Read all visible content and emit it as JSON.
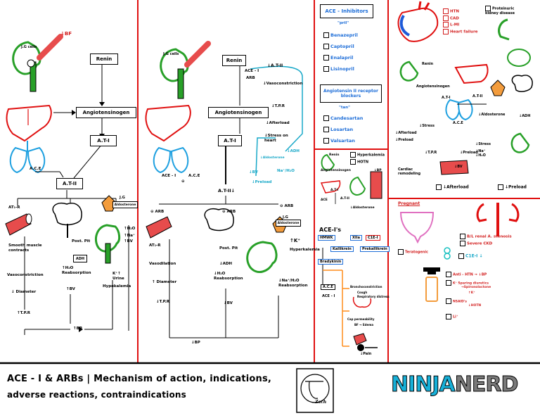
{
  "footer": {
    "title_line1": "ACE - I & ARBs | Mechanism of action, indications,",
    "title_line2": "adverse reactions, contraindications",
    "brand_left": "NINJA",
    "brand_right": "NERD",
    "signature": "Zach"
  },
  "panel1": {
    "bf": "↓BF",
    "jg_cells": "J.G cells",
    "renin": "Renin",
    "angiotensinogen": "Angiotensinogen",
    "at1": "A.T-I",
    "ace": "A.C.E",
    "at2": "A.T-II",
    "at1r": "AT₁-R",
    "jg": "J.G",
    "aldosterone": "Aldosterone",
    "post_pit": "Post. Pit",
    "adh": "ADH",
    "up_h2o": "↑H₂O",
    "up_na": "↑Na⁺",
    "k_urine": "K⁺↑ Urine",
    "hypokalemia": "Hypokalemia",
    "smooth_muscle": "Smooth muscle contracts",
    "vasoconstriction": "Vasoconstriction",
    "diameter": "↓ Diameter",
    "tpr": "↑T.P.R",
    "h2o_reabs": "↑H₂O Reabsorption",
    "bv": "↑BV",
    "bv2": "↑BV",
    "bp": "↑BP"
  },
  "panel2": {
    "jg_cells": "J.G cells",
    "renin": "Renin",
    "angiotensinogen": "Angiotensinogen",
    "at1": "A.T-I",
    "ace_i": "ACE - I",
    "arb": "ARB",
    "ace": "A.C.E",
    "ace_i_left": "ACE - I",
    "minus1": "⊖",
    "at2_top": "↓A.T-II",
    "vasoconstriction": "↓Vasoconstriction",
    "tpr_top": "↓T.P.R",
    "afterload": "↓Afterload",
    "stress_heart": "↓Stress on heart",
    "adh_cyan": "↓ADH",
    "aldosterone_cyan": "↓Aldosterone",
    "bv_cyan": "↓BV",
    "na_h2o_cyan": "Na⁺/H₂O",
    "preload_cyan": "↓Preload",
    "at2_mid": "A.T-II↓",
    "minus_arb1": "⊖ ARB",
    "minus_arb2": "⊖ ARB",
    "minus_arb3": "⊖ ARB",
    "at1r": "AT₁-R",
    "vasodilation": "Vasodilation",
    "diameter": "↑ Diameter",
    "tpr": "↓T.P.R",
    "post_pit": "Post. Pit",
    "adh": "↓ADH",
    "h2o_reabs": "↓H₂O Reabsorption",
    "jg": "J.G",
    "aldosterone": "Aldosterone",
    "k_plus": "↑K⁺",
    "hyperkalemia": "Hyperkalemia",
    "na_h2o": "↓Na⁺/H₂O Reabsorption",
    "bv": "↓BV",
    "bp": "↓BP"
  },
  "panel3": {
    "ace_inhibitors_header": "ACE - Inhibitors",
    "pril": "\"pril\"",
    "ace_drugs": [
      "Benazepril",
      "Captopril",
      "Enalapril",
      "Lisinopril"
    ],
    "arb_header": "Angiotensin II receptor blockers",
    "tan": "\"tan\"",
    "arb_drugs": [
      "Candesartan",
      "Losartan",
      "Valsartan"
    ],
    "mini": {
      "renin": "Renin",
      "angiotensinogen": "Angiotensinogen",
      "at1": "A.T-I",
      "ace": "ACE",
      "at2": "A.T-II",
      "aldosterone": "↓Aldosterone",
      "hyperkalemia": "Hyperkalemia",
      "hotn": "HOTN",
      "bp": "↓BP"
    },
    "ace_is_title": "ACE-I's",
    "hmwk": "HMWK",
    "xiia": "XIIa",
    "c1esi": "C1E-I",
    "kallikrein": "Kallikrein",
    "prekallikrein": "Prekallikrein",
    "bradykinin": "Bradykinin",
    "ace": "A.C.E",
    "ace_i": "ACE - I",
    "bronchoconstriction": "Bronchoconstriction",
    "cough": "Cough",
    "resp_distress": "Respiratory distress",
    "cap_perm": "Cap permeability",
    "bf_edema": "BF → Edema",
    "pain": "↓Pain"
  },
  "panel4": {
    "indications": [
      {
        "label": "HTN",
        "checked": true
      },
      {
        "label": "CAD",
        "checked": false
      },
      {
        "label": "L-MI",
        "checked": false
      },
      {
        "label": "Heart failure",
        "checked": false
      }
    ],
    "proteinuric": "Proteinuric kidney disease",
    "renin": "Renin",
    "angiotensinogen": "Angiotensinogen",
    "at1": "A.T-I",
    "at2": "A.T-II",
    "ace": "A.C.E",
    "aldosterone": "↓Aldosterone",
    "adh": "↓ADH",
    "stress1": "↓Stress",
    "stress2": "↓Stress",
    "afterload": "↓Afterload",
    "preload": "↓Preload",
    "tpr": "↓T.P.R",
    "preload2": "↓Preload",
    "na_h2o": "↓Na⁺ ↓H₂O",
    "bv": "↓BV",
    "cardiac_remodeling": "Cardiac remodeling",
    "afterload_box": "↓Afterload",
    "preload_box": "↓Preload"
  },
  "panel5": {
    "pregnant": "Pregnant",
    "teratogenic": "Teratogenic",
    "renal_stenosis": "B/L renal A. stenosis",
    "severe_ckd": "Severe CKD",
    "c1ei": "C1E-I ↓",
    "anti_htn": "Anti - HTN → ↓BP",
    "k_sparing": "K⁺ Sparing diuretics",
    "spironolactone": "→Spironolactone",
    "k_up": "↑K⁺",
    "nsaids": "NSAID's",
    "hotn": "↓HOTN",
    "li": "Li⁺"
  }
}
